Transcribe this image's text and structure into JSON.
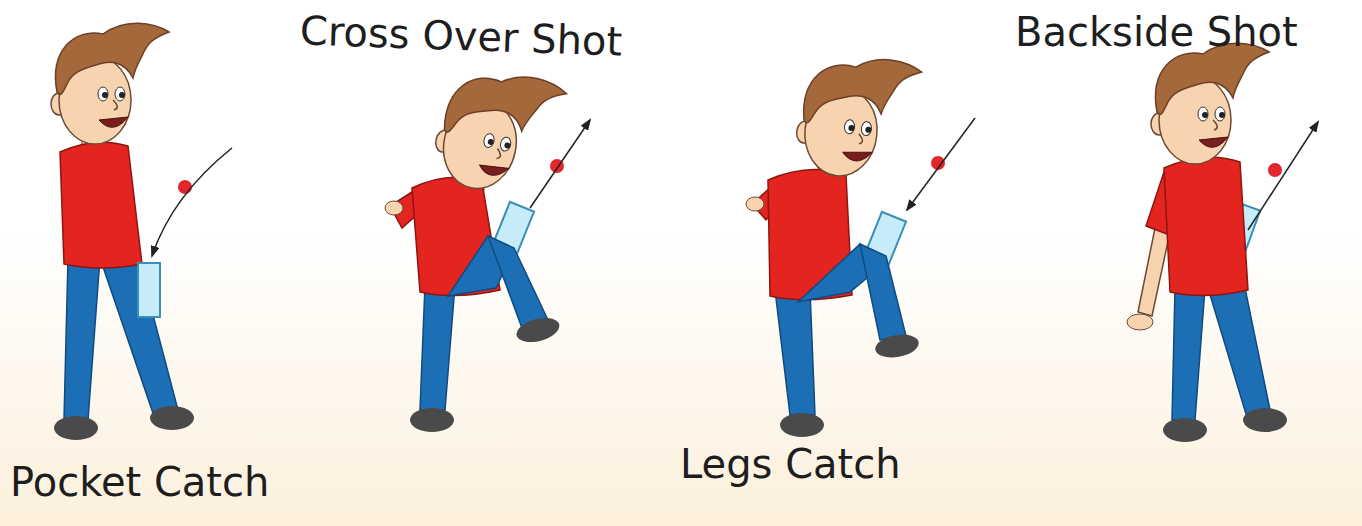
{
  "diagram": {
    "labels": [
      "Cross Over Shot",
      "Backside Shot",
      "Pocket Catch",
      "Legs Catch"
    ]
  }
}
